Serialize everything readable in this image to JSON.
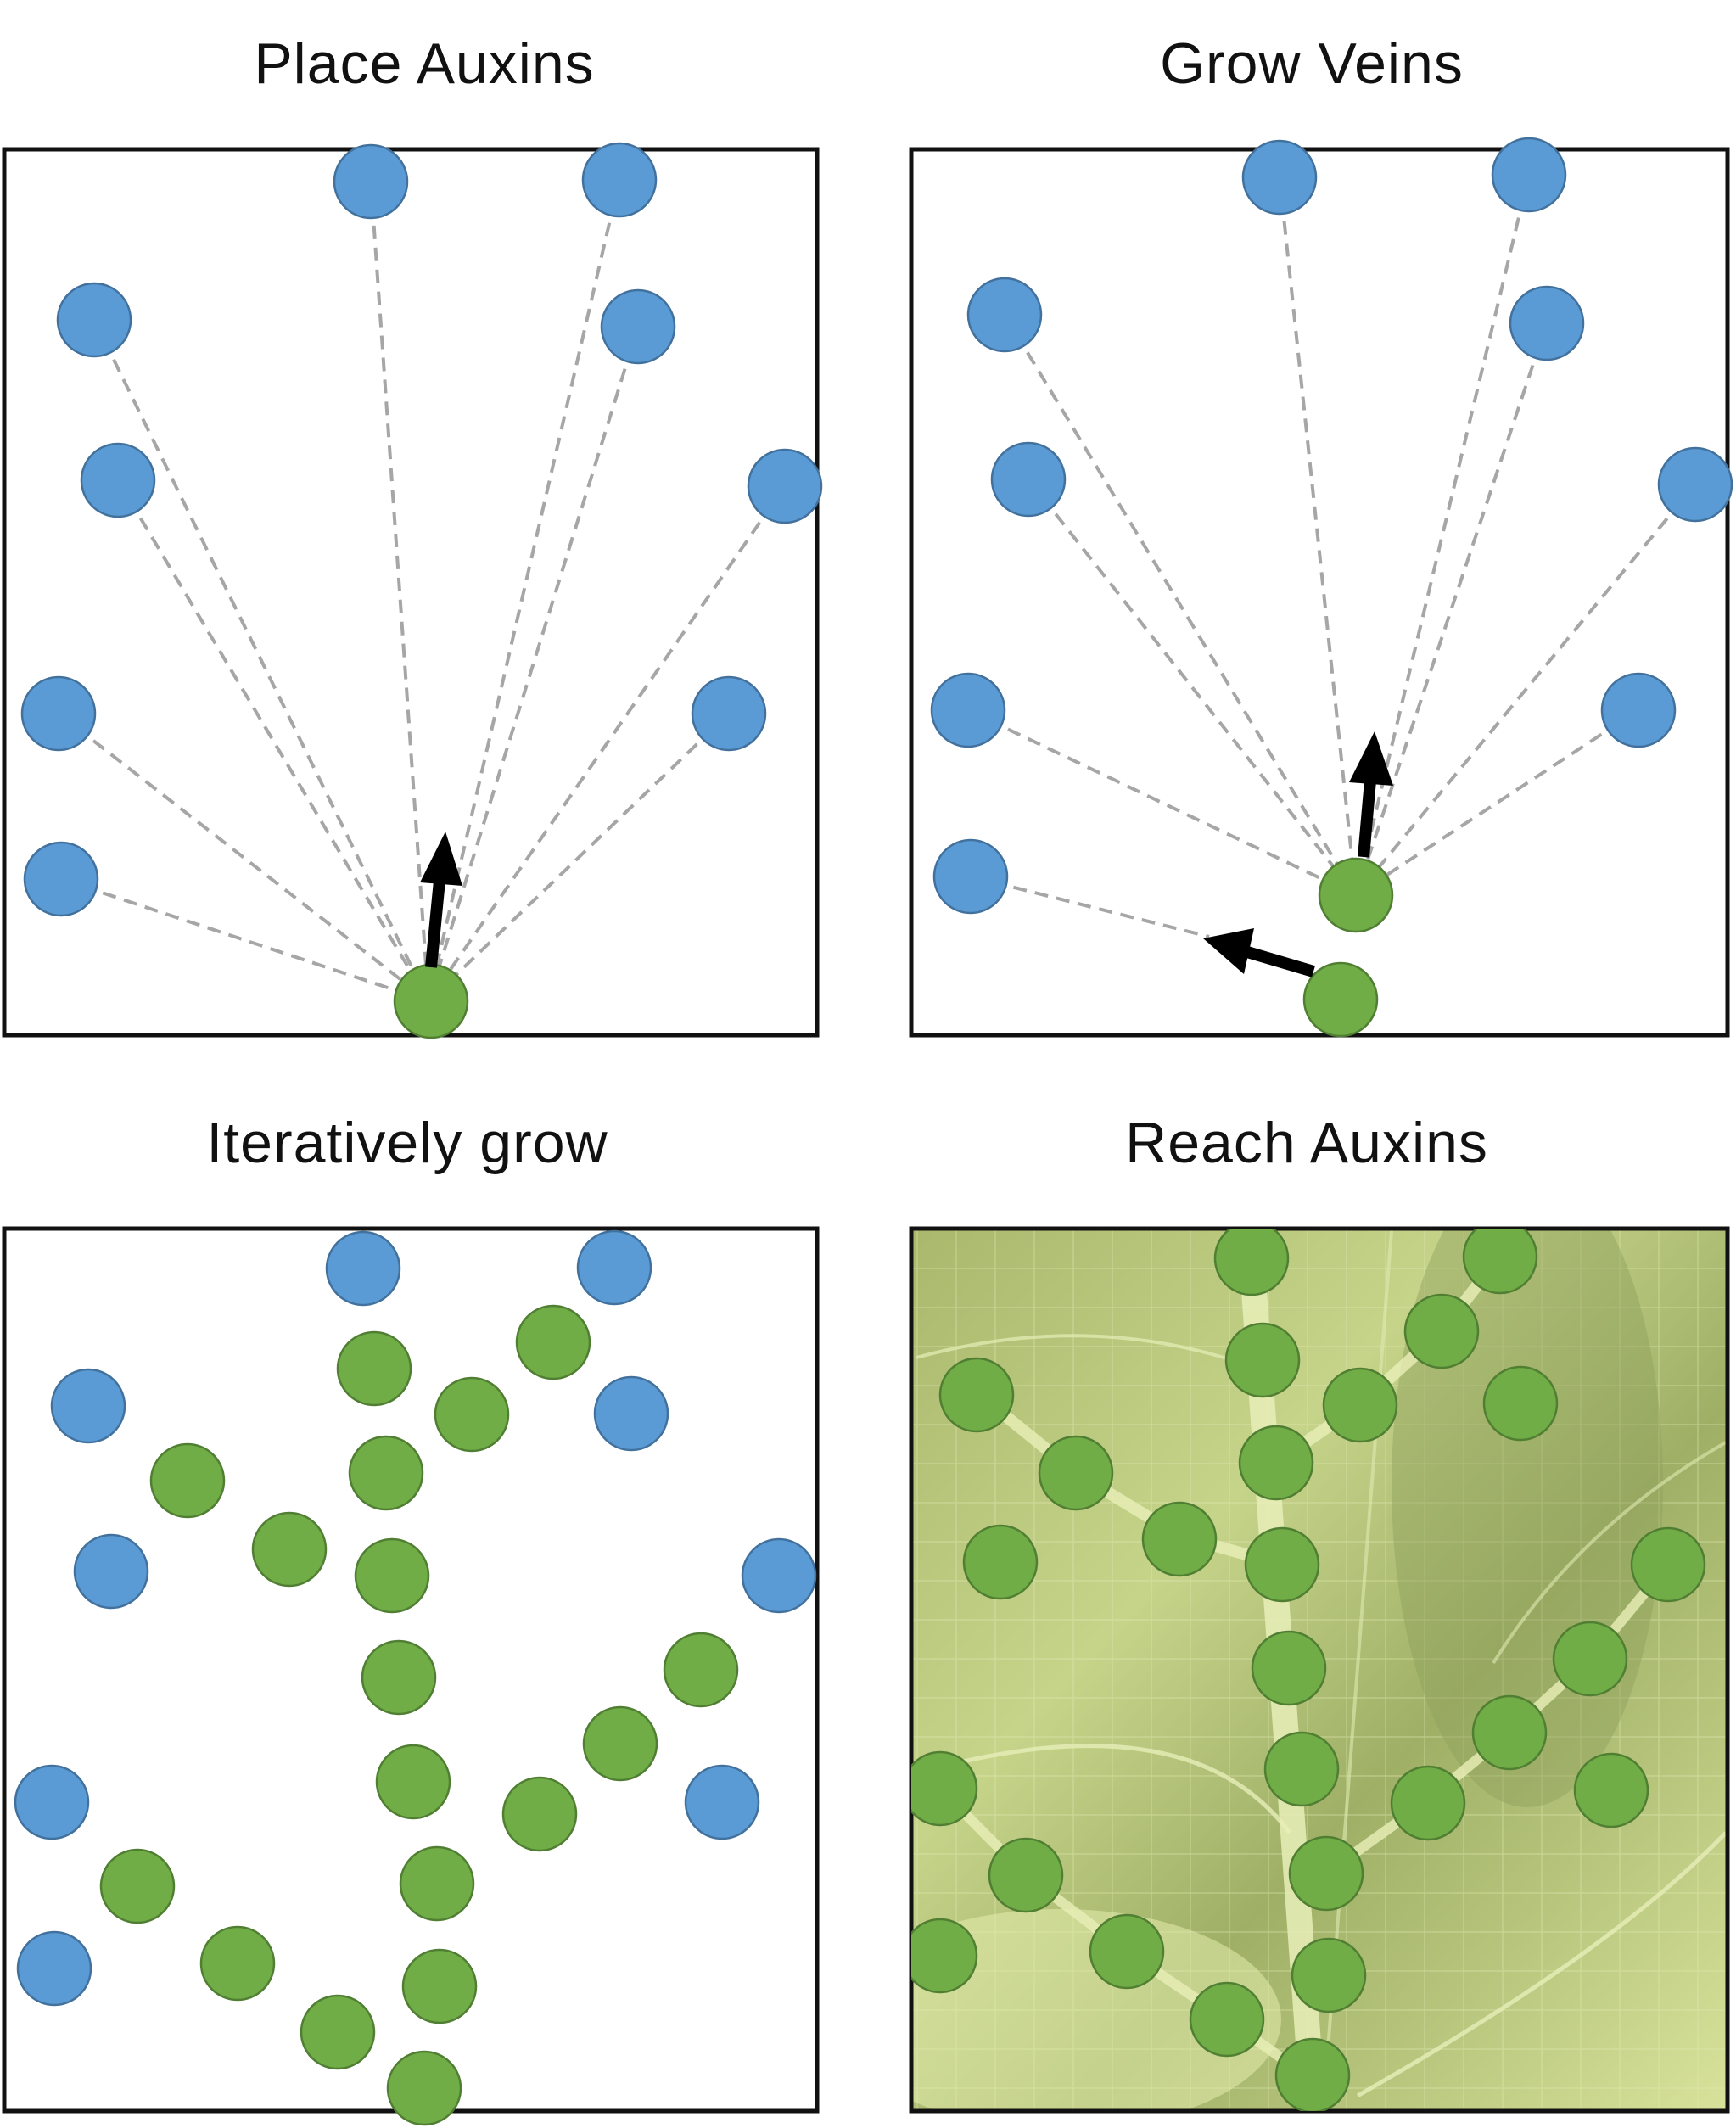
{
  "panels": [
    {
      "id": "place-auxins",
      "title": "Place Auxins"
    },
    {
      "id": "grow-veins",
      "title": "Grow Veins"
    },
    {
      "id": "iteratively-grow",
      "title": "Iteratively grow"
    },
    {
      "id": "reach-auxins",
      "title": "Reach Auxins"
    }
  ],
  "colors": {
    "auxin": "#5b9bd5",
    "vein": "#70ad47",
    "link": "#a6a6a6",
    "arrow": "#000000",
    "leaf_background": "#b5c77a"
  }
}
